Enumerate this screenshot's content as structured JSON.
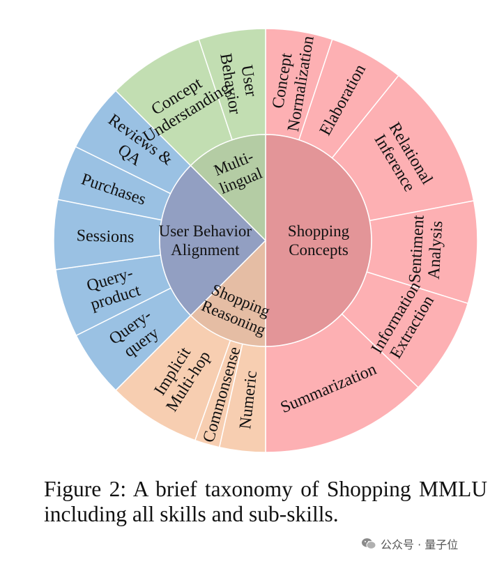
{
  "diagram": {
    "colors": {
      "shopping_inner": "#e39598",
      "shopping_outer": "#fdb0b3",
      "reasoning_inner": "#e5bda4",
      "reasoning_outer": "#f7ceb1",
      "user_inner": "#929fc2",
      "user_outer": "#9ac1e3",
      "multi_inner": "#b4cca4",
      "multi_outer": "#c2deb2",
      "stroke": "#ffffff"
    },
    "skills": [
      {
        "key": "shopping",
        "label": [
          "Shopping",
          "Concepts"
        ],
        "percent": 50.0,
        "sub_skills": [
          {
            "label": [
              "Concept",
              "Normalization"
            ],
            "percent": 5.1
          },
          {
            "label": [
              "Elaboration"
            ],
            "percent": 5.7
          },
          {
            "label": [
              "Relational",
              "Inference"
            ],
            "percent": 11.2
          },
          {
            "label": [
              "Sentiment",
              "Analysis"
            ],
            "percent": 7.8
          },
          {
            "label": [
              "Information",
              "Extraction"
            ],
            "percent": 7.4
          },
          {
            "label": [
              "Summarization"
            ],
            "percent": 12.8
          }
        ]
      },
      {
        "key": "reasoning",
        "label": [
          "Shopping",
          "Reasoning"
        ],
        "percent": 12.5,
        "sub_skills": [
          {
            "label": [
              "Numeric"
            ],
            "percent": 3.5
          },
          {
            "label": [
              "Commonsense"
            ],
            "percent": 1.9
          },
          {
            "label": [
              "Implicit",
              "Multi-hop"
            ],
            "percent": 7.1
          }
        ]
      },
      {
        "key": "user",
        "label": [
          "User Behavior",
          "Alignment"
        ],
        "percent": 25.0,
        "sub_skills": [
          {
            "label": [
              "Query-",
              "query"
            ],
            "percent": 5.1
          },
          {
            "label": [
              "Query-",
              "product"
            ],
            "percent": 5.2
          },
          {
            "label": [
              "Sessions"
            ],
            "percent": 5.3
          },
          {
            "label": [
              "Purchases"
            ],
            "percent": 4.2
          },
          {
            "label": [
              "Reviews &",
              "QA"
            ],
            "percent": 5.2
          }
        ]
      },
      {
        "key": "multi",
        "label": [
          "Multi-",
          "lingual"
        ],
        "percent": 12.5,
        "sub_skills": [
          {
            "label": [
              "Concept",
              "Understanding"
            ],
            "percent": 7.4
          },
          {
            "label": [
              "User",
              "Behavior"
            ],
            "percent": 5.1
          }
        ]
      }
    ]
  },
  "caption": "Figure 2:  A brief taxonomy of Shopping MMLU including all skills and sub-skills.",
  "watermark": {
    "text": "公众号 · 量子位",
    "icon": "wechat-icon"
  }
}
